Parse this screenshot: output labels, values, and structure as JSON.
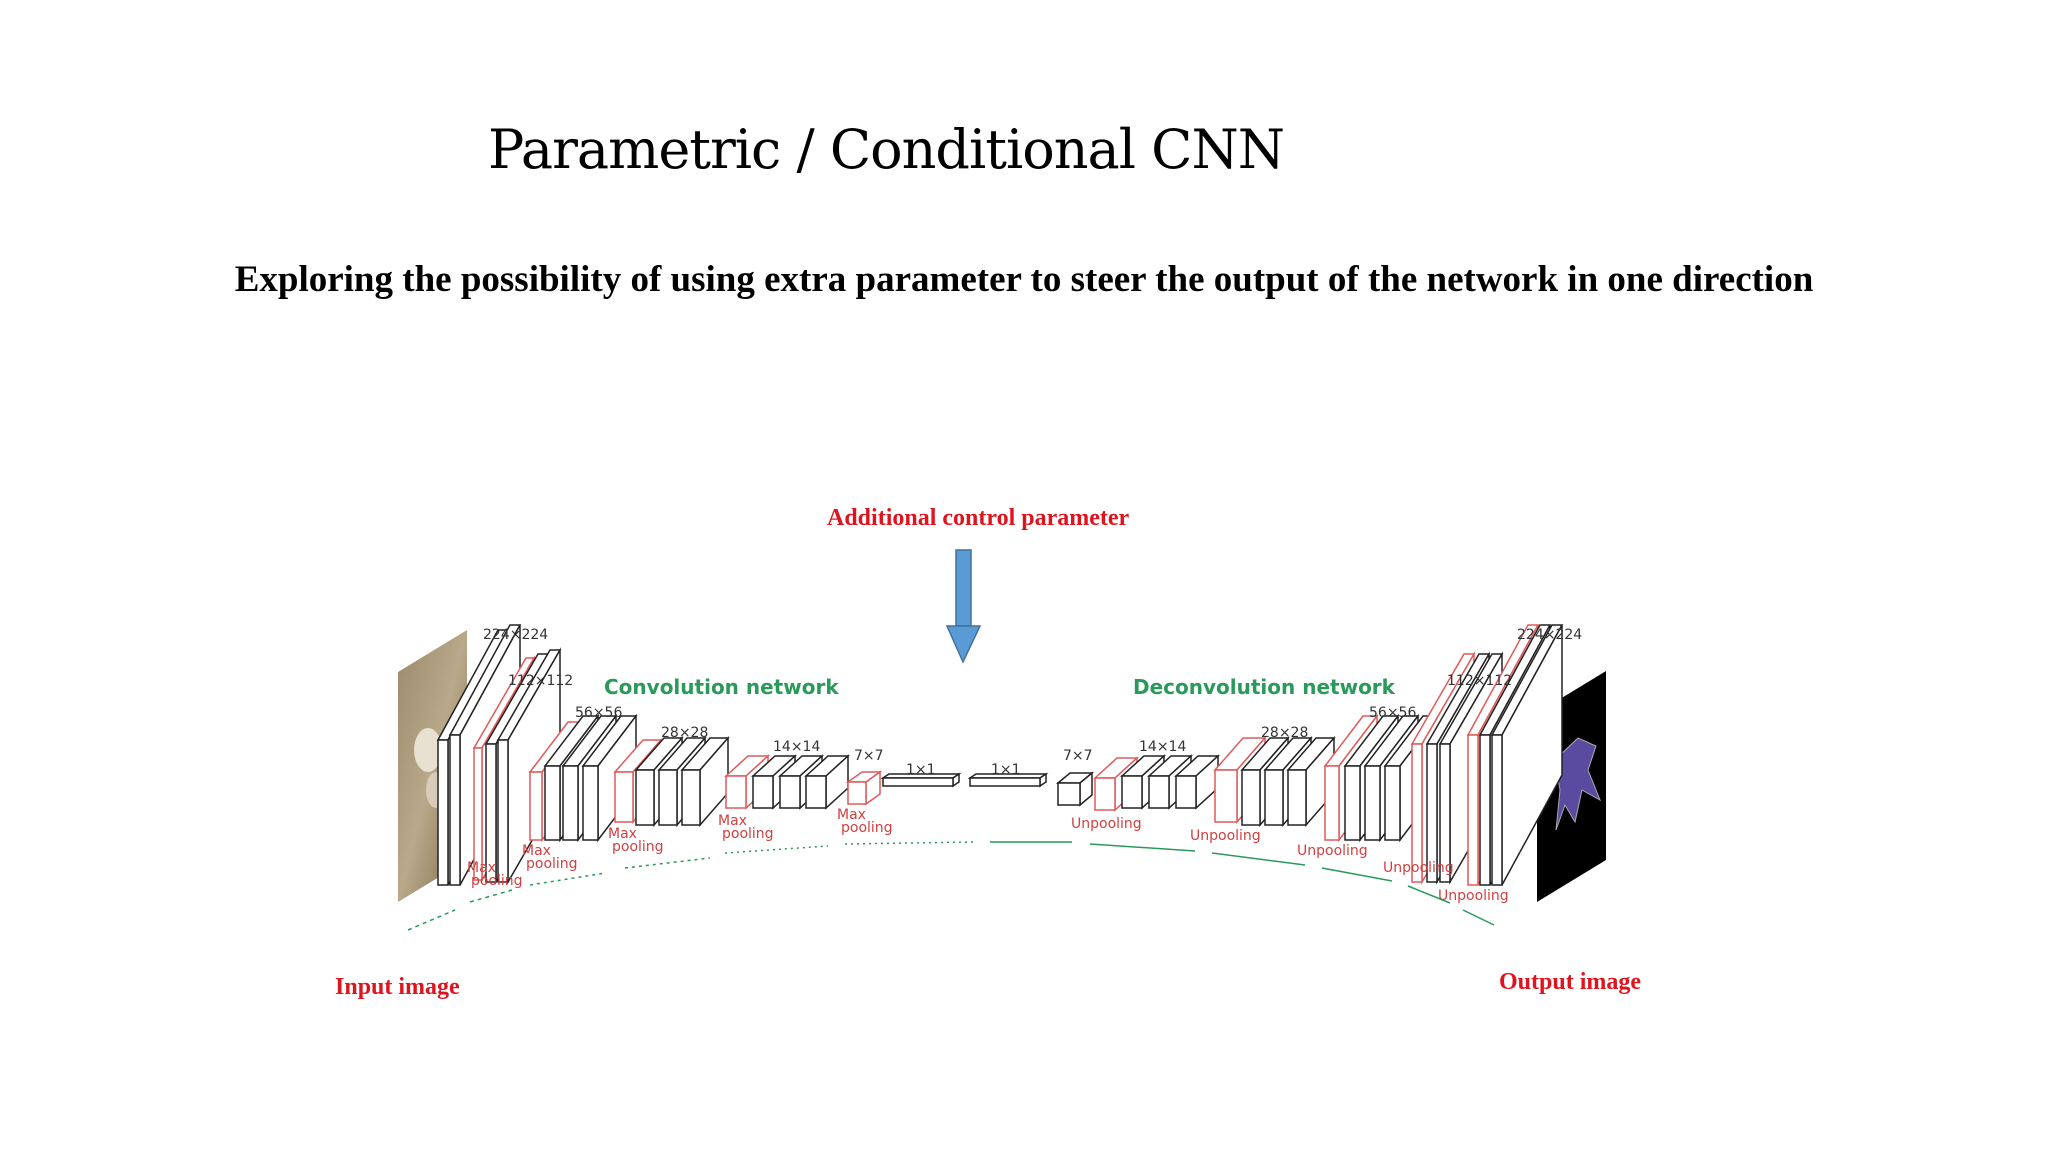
{
  "slide": {
    "title": "Parametric / Conditional CNN",
    "subtitle": "Exploring the possibility of using extra parameter to steer the output of the network in one direction",
    "control_label": "Additional control parameter",
    "input_label": "Input image",
    "output_label": "Output image"
  },
  "diagram": {
    "conv_title": "Convolution network",
    "deconv_title": "Deconvolution network",
    "conv_sizes": [
      "224×224",
      "112×112",
      "56×56",
      "28×28",
      "14×14",
      "7×7",
      "1×1"
    ],
    "deconv_sizes": [
      "1×1",
      "7×7",
      "14×14",
      "28×28",
      "56×56",
      "112×112",
      "224×224"
    ],
    "pool_label_1": "Max",
    "pool_label_2": "pooling",
    "unpool_label": "Unpooling",
    "colors": {
      "red_text": "#e0141e",
      "green_text": "#2a9a5a",
      "arrow_blue": "#5b9bd5",
      "layer_red": "#e05a5a"
    }
  }
}
